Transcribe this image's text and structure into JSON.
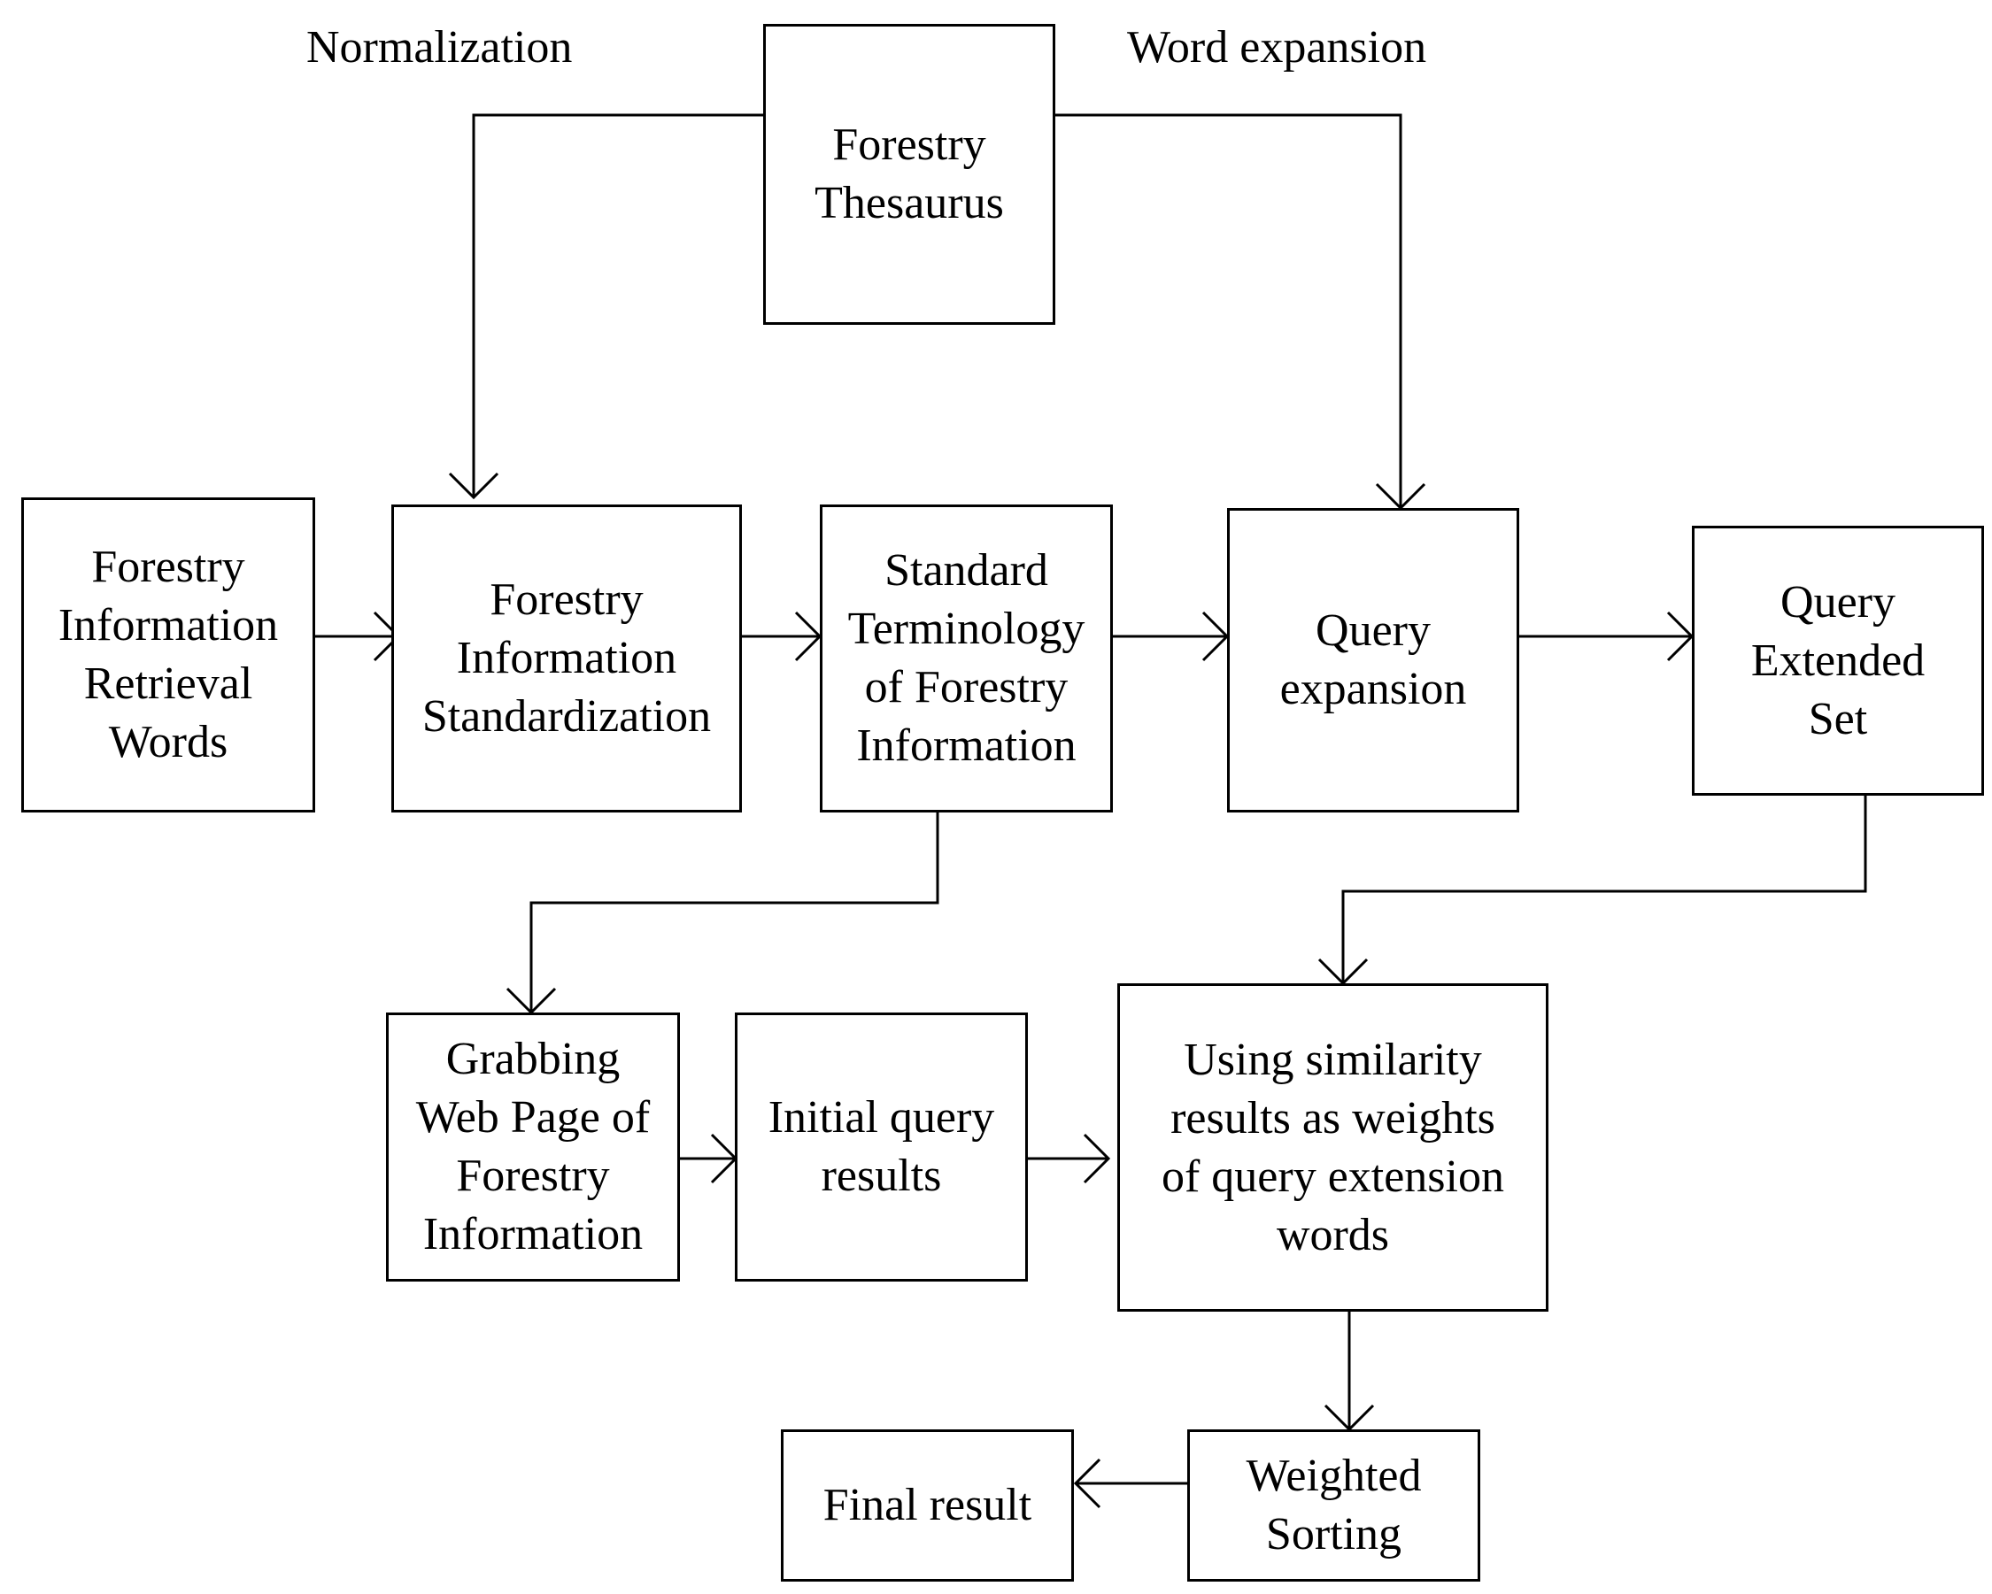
{
  "labels": {
    "normalization": "Normalization",
    "word_expansion": "Word expansion"
  },
  "boxes": {
    "thesaurus": "Forestry\nThesaurus",
    "retrieval_words": "Forestry\nInformation\nRetrieval\nWords",
    "standardization": "Forestry\nInformation\nStandardization",
    "standard_terminology": "Standard\nTerminology\nof Forestry\nInformation",
    "query_expansion": "Query\nexpansion",
    "query_extended_set": "Query\nExtended\nSet",
    "grabbing_web_page": "Grabbing\nWeb Page of\nForestry\nInformation",
    "initial_query_results": "Initial query\nresults",
    "similarity_weights": "Using similarity\nresults as weights\nof query extension\nwords",
    "weighted_sorting": "Weighted\nSorting",
    "final_result": "Final result"
  },
  "colors": {
    "line": "#000000",
    "background": "#ffffff",
    "text": "#000000"
  }
}
